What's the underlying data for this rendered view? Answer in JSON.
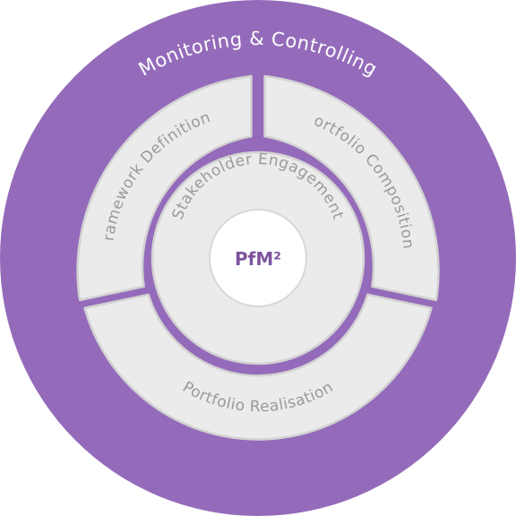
{
  "diagram": {
    "outer_ring": {
      "label": "Monitoring & Controlling"
    },
    "segments": {
      "framework": {
        "label": "Framework Definition"
      },
      "composition": {
        "label": "Portfolio Composition"
      },
      "realisation": {
        "label": "Portfolio Realisation"
      }
    },
    "inner_ring": {
      "label": "Stakeholder Engagement"
    },
    "center": {
      "label": "PfM²"
    }
  },
  "colors": {
    "purple": "#946BBA",
    "segment_fill": "#EBEBEB",
    "segment_stroke": "#D2D2D2",
    "text_grey": "#9A9A9A",
    "center_text": "#7E549E",
    "white": "#FFFFFF"
  }
}
